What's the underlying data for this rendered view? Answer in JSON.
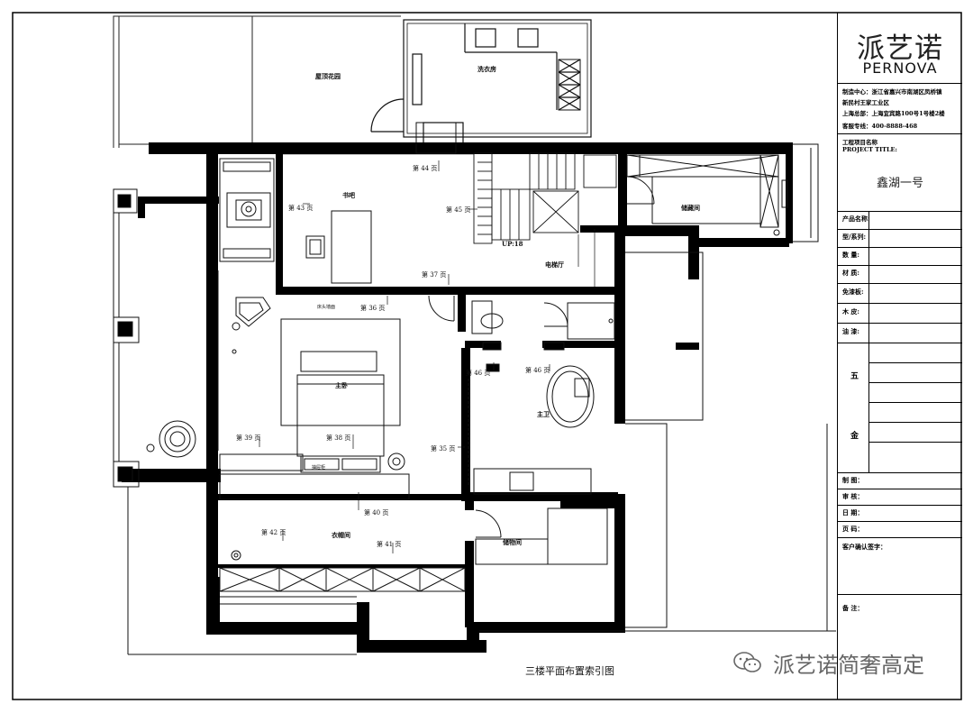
{
  "title_block": {
    "brand_cn": "派艺诺",
    "brand_en": "PERNOVA",
    "info_lines": [
      "制造中心：浙江省嘉兴市南湖区凤桥镇",
      "新民村王家工业区",
      "上海总部：上海宜宾路100号1号楼2楼",
      "客服专线：400-8888-468"
    ],
    "project_label_cn": "工程项目名称",
    "project_label_en": "PROJECT TITLE:",
    "project_name": "鑫湖一号",
    "fields": [
      "产品名称:",
      "型/系列:",
      "数  量:",
      "材  质:",
      "免漆板:",
      "木  皮:",
      "油  漆:"
    ],
    "hardware_label_top": "五",
    "hardware_label_bottom": "金",
    "sign_fields": [
      "制  图：",
      "审  核：",
      "日  期：",
      "页  码："
    ],
    "client_confirm": "客户确认签字：",
    "remarks": "备  注："
  },
  "plan": {
    "title": "三楼平面布置索引图",
    "rooms": {
      "roof_garden": "屋顶花园",
      "laundry": "洗衣房",
      "study": "书吧",
      "storage": "储藏间",
      "elevator": "电梯厅",
      "master_bedroom": "主卧",
      "master_bath": "主卫",
      "closet": "衣帽间",
      "dressing": "储物间",
      "stair_note": "UP:18"
    },
    "index_labels": {
      "p35": "第 35 页",
      "p36": "第 36 页",
      "p37": "第 37 页",
      "p38": "第 38 页",
      "p39": "第 39 页",
      "p40": "第 40 页",
      "p41": "第 41 页",
      "p42": "第 42 页",
      "p43": "第 43 页",
      "p44": "第 44 页",
      "p45": "第 45 页",
      "p46a": "第 46 页",
      "p46b": "第 46 页"
    },
    "cabinet_text": "抽屉柜",
    "bed_note": "床头墙面"
  },
  "watermark": "派艺诺简奢高定"
}
